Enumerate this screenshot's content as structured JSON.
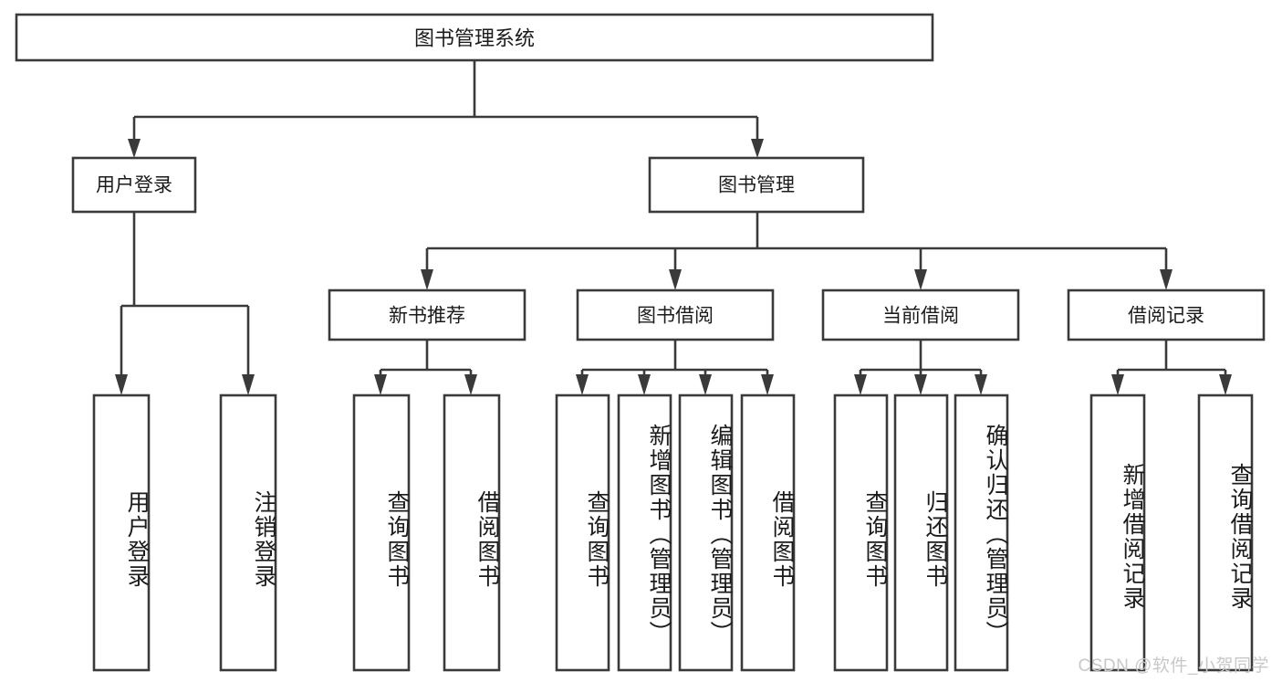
{
  "diagram": {
    "type": "hierarchy-tree",
    "title": "图书管理系统",
    "root": {
      "label": "图书管理系统"
    },
    "level2": [
      {
        "label": "用户登录"
      },
      {
        "label": "图书管理"
      }
    ],
    "level3": [
      {
        "label": "新书推荐"
      },
      {
        "label": "图书借阅"
      },
      {
        "label": "当前借阅"
      },
      {
        "label": "借阅记录"
      }
    ],
    "leaves": {
      "user_login": [
        {
          "label": "用户登录"
        },
        {
          "label": "注销登录"
        }
      ],
      "new_book_recommend": [
        {
          "label": "查询图书"
        },
        {
          "label": "借阅图书"
        }
      ],
      "book_borrow": [
        {
          "label": "查询图书"
        },
        {
          "label": "新增图书（管理员）"
        },
        {
          "label": "编辑图书（管理员）"
        },
        {
          "label": "借阅图书"
        }
      ],
      "current_borrow": [
        {
          "label": "查询图书"
        },
        {
          "label": "归还图书"
        },
        {
          "label": "确认归还（管理员）"
        }
      ],
      "borrow_record": [
        {
          "label": "新增借阅记录"
        },
        {
          "label": "查询借阅记录"
        }
      ]
    }
  },
  "watermark": {
    "text": "CSDN @软件_小贺同学"
  },
  "colors": {
    "box_stroke": "#3a3a3a",
    "box_fill": "#ffffff",
    "text": "#1b1b1b",
    "watermark": "#c8c8c8",
    "background": "#ffffff"
  }
}
